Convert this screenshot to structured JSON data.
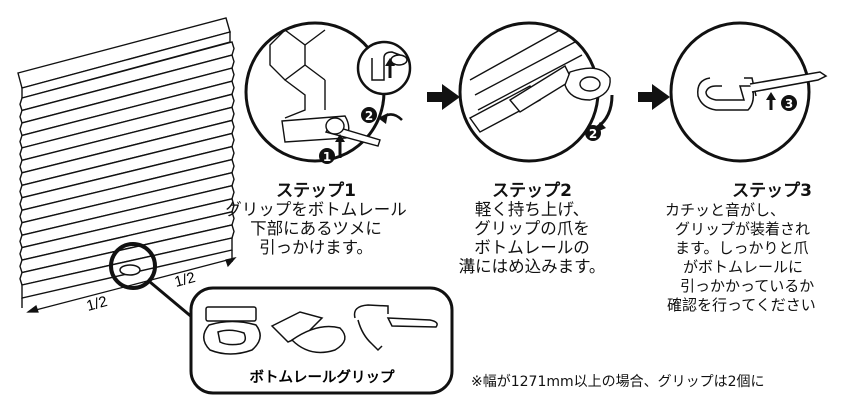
{
  "steps": [
    {
      "title": "ステップ1",
      "lines": [
        "グリップをボトムレール",
        "下部にあるツメに",
        "引っかけます。"
      ]
    },
    {
      "title": "ステップ2",
      "lines": [
        "軽く持ち上げ、",
        "グリップの爪を",
        "ボトムレールの",
        "溝にはめ込みます。"
      ]
    },
    {
      "title": "ステップ3",
      "lines": [
        "カチッと音がし、",
        "グリップが装着され",
        "ます。しっかりと爪",
        "がボトムレールに",
        "引っかかっているか",
        "確認を行ってください"
      ]
    }
  ],
  "callouts": {
    "num1": "1",
    "num2": "2",
    "num3": "2",
    "num4": "3"
  },
  "dims": {
    "left": "1/2",
    "right": "1/2"
  },
  "part_label": "ボトムレールグリップ",
  "footnote": "※幅が1271mm以上の場合、グリップは2個に"
}
